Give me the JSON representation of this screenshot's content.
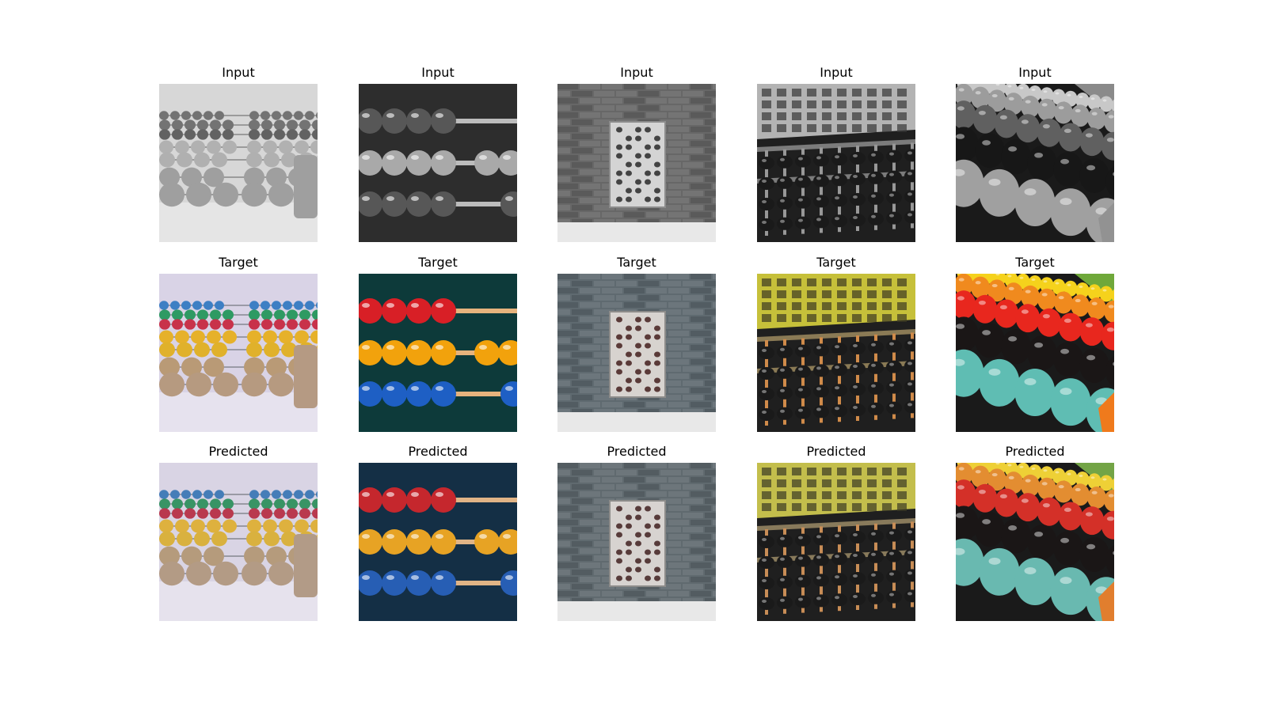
{
  "figure": {
    "rows": [
      {
        "label": "Input",
        "images": [
          {
            "name": "abacus-1-input",
            "variant": "gray"
          },
          {
            "name": "abacus-2-input",
            "variant": "gray"
          },
          {
            "name": "abacus-3-input",
            "variant": "gray"
          },
          {
            "name": "abacus-4-input",
            "variant": "gray"
          },
          {
            "name": "abacus-5-input",
            "variant": "gray"
          }
        ]
      },
      {
        "label": "Target",
        "images": [
          {
            "name": "abacus-1-target",
            "variant": "color"
          },
          {
            "name": "abacus-2-target",
            "variant": "color"
          },
          {
            "name": "abacus-3-target",
            "variant": "color"
          },
          {
            "name": "abacus-4-target",
            "variant": "color"
          },
          {
            "name": "abacus-5-target",
            "variant": "color"
          }
        ]
      },
      {
        "label": "Predicted",
        "images": [
          {
            "name": "abacus-1-predicted",
            "variant": "predicted"
          },
          {
            "name": "abacus-2-predicted",
            "variant": "predicted"
          },
          {
            "name": "abacus-3-predicted",
            "variant": "predicted"
          },
          {
            "name": "abacus-4-predicted",
            "variant": "predicted"
          },
          {
            "name": "abacus-5-predicted",
            "variant": "predicted"
          }
        ]
      }
    ],
    "labels": {
      "r0c0": "Input",
      "r0c1": "Input",
      "r0c2": "Input",
      "r0c3": "Input",
      "r0c4": "Input",
      "r1c0": "Target",
      "r1c1": "Target",
      "r1c2": "Target",
      "r1c3": "Target",
      "r1c4": "Target",
      "r2c0": "Predicted",
      "r2c1": "Predicted",
      "r2c2": "Predicted",
      "r2c3": "Predicted",
      "r2c4": "Predicted"
    }
  }
}
